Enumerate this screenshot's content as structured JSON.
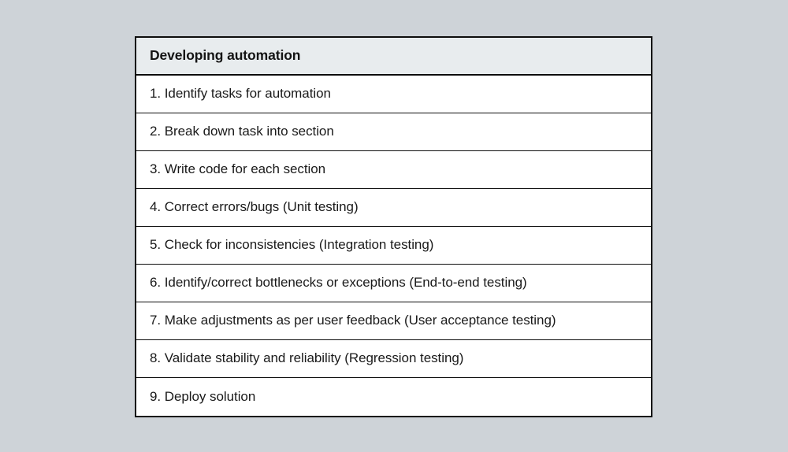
{
  "page": {
    "background_color": "#ced3d8"
  },
  "table": {
    "border_color": "#0d0d0d",
    "header": {
      "title": "Developing automation",
      "background_color": "#e8ecee",
      "text_color": "#141414"
    },
    "body": {
      "background_color": "#ffffff",
      "text_color": "#1a1a1a"
    },
    "rows": [
      {
        "number": "1.",
        "text": "1. Identify tasks for automation"
      },
      {
        "number": "2.",
        "text": "2. Break down task into section"
      },
      {
        "number": "3.",
        "text": "3. Write code for each section"
      },
      {
        "number": "4.",
        "text": "4. Correct errors/bugs (Unit testing)"
      },
      {
        "number": "5.",
        "text": "5. Check for inconsistencies (Integration testing)"
      },
      {
        "number": "6.",
        "text": "6. Identify/correct bottlenecks or exceptions (End-to-end testing)"
      },
      {
        "number": "7.",
        "text": "7. Make adjustments as per user feedback (User acceptance testing)"
      },
      {
        "number": "8.",
        "text": "8. Validate stability and reliability (Regression testing)"
      },
      {
        "number": "9.",
        "text": "9. Deploy solution"
      }
    ]
  }
}
